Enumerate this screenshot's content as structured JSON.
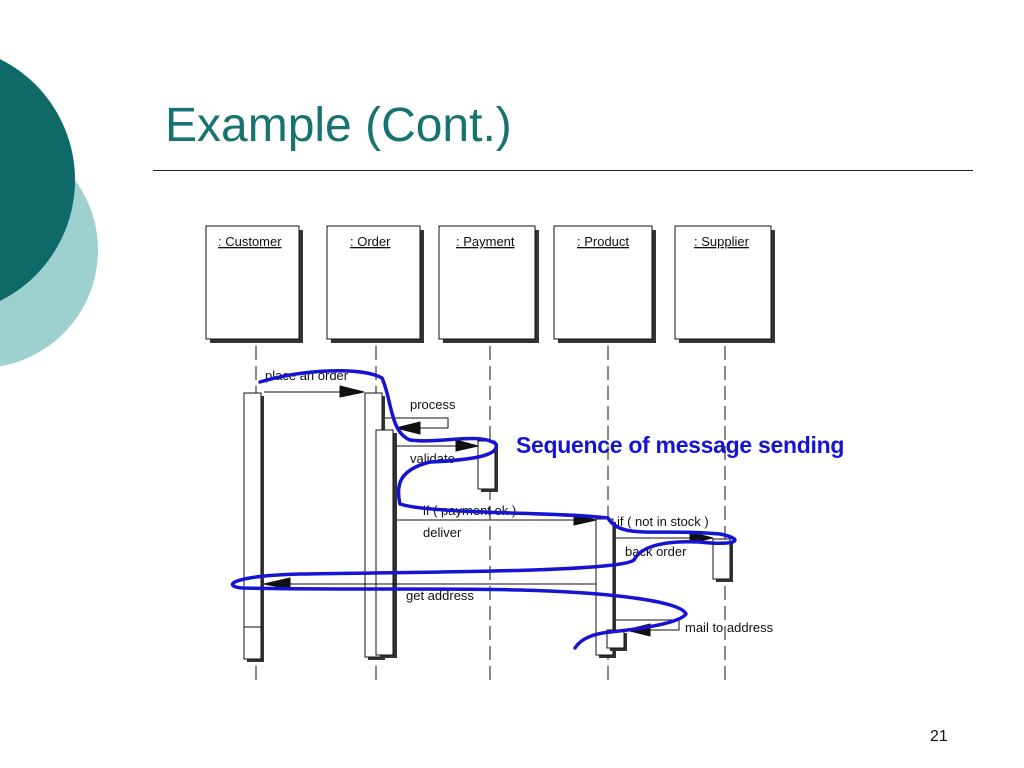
{
  "slide": {
    "title": "Example (Cont.)",
    "page_number": "21",
    "annotation": "Sequence of message sending",
    "colors": {
      "title": "#17736f",
      "circle_dark": "#0e6a68",
      "circle_light": "#9fd0d0",
      "annotation": "#1414d2"
    }
  },
  "diagram": {
    "objects": [
      ": Customer",
      ": Order",
      ": Payment",
      ": Product",
      ": Supplier"
    ],
    "messages": {
      "place_order": "place an order",
      "process": "process",
      "validate": "validate",
      "if_payment_ok": "if ( payment ok )",
      "deliver": "deliver",
      "if_not_in_stock": "if ( not in stock )",
      "back_order": "back order",
      "get_address": "get address",
      "mail_to_address": "mail to address"
    }
  }
}
